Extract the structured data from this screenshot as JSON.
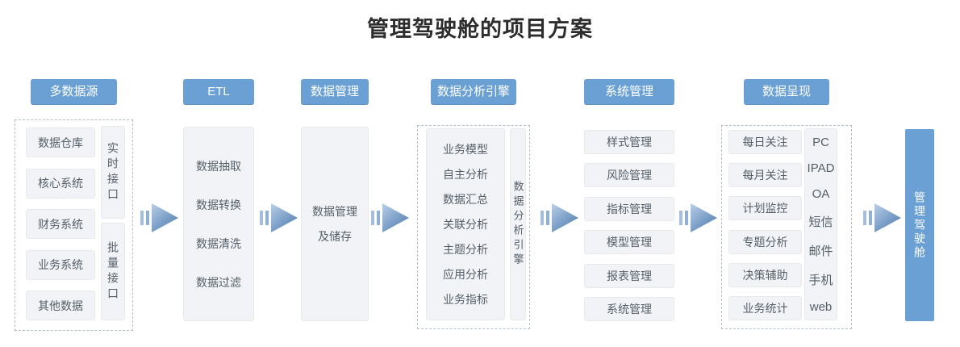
{
  "title": "管理驾驶舱的项目方案",
  "colors": {
    "accent": "#6aa0d3",
    "arrow_light": "#b9cfe9",
    "arrow_dark": "#517db0",
    "panel_bg": "#f2f3f6",
    "panel_border": "#e7e9ec",
    "dashed_border": "#b3bfca",
    "body_text": "#555e68",
    "title_text": "#2d2d2d"
  },
  "columns": [
    {
      "header": "多数据源",
      "items": [
        "数据仓库",
        "核心系统",
        "财务系统",
        "业务系统",
        "其他数据"
      ],
      "side_items": [
        "实时接口",
        "批量接口"
      ]
    },
    {
      "header": "ETL",
      "items": [
        "数据抽取",
        "数据转换",
        "数据清洗",
        "数据过滤"
      ]
    },
    {
      "header": "数据管理",
      "lines": [
        "数据管理",
        "及储存"
      ]
    },
    {
      "header": "数据分析引擎",
      "items": [
        "业务模型",
        "自主分析",
        "数据汇总",
        "关联分析",
        "主题分析",
        "应用分析",
        "业务指标"
      ],
      "side_label": "数据分析引擎"
    },
    {
      "header": "系统管理",
      "items": [
        "样式管理",
        "风险管理",
        "指标管理",
        "模型管理",
        "报表管理",
        "系统管理"
      ]
    },
    {
      "header": "数据呈现",
      "items": [
        "每日关注",
        "每月关注",
        "计划监控",
        "专题分析",
        "决策辅助",
        "业务统计"
      ],
      "channels": [
        "PC",
        "IPAD",
        "OA",
        "短信",
        "邮件",
        "手机",
        "web"
      ]
    }
  ],
  "result": "管理驾驶舱"
}
